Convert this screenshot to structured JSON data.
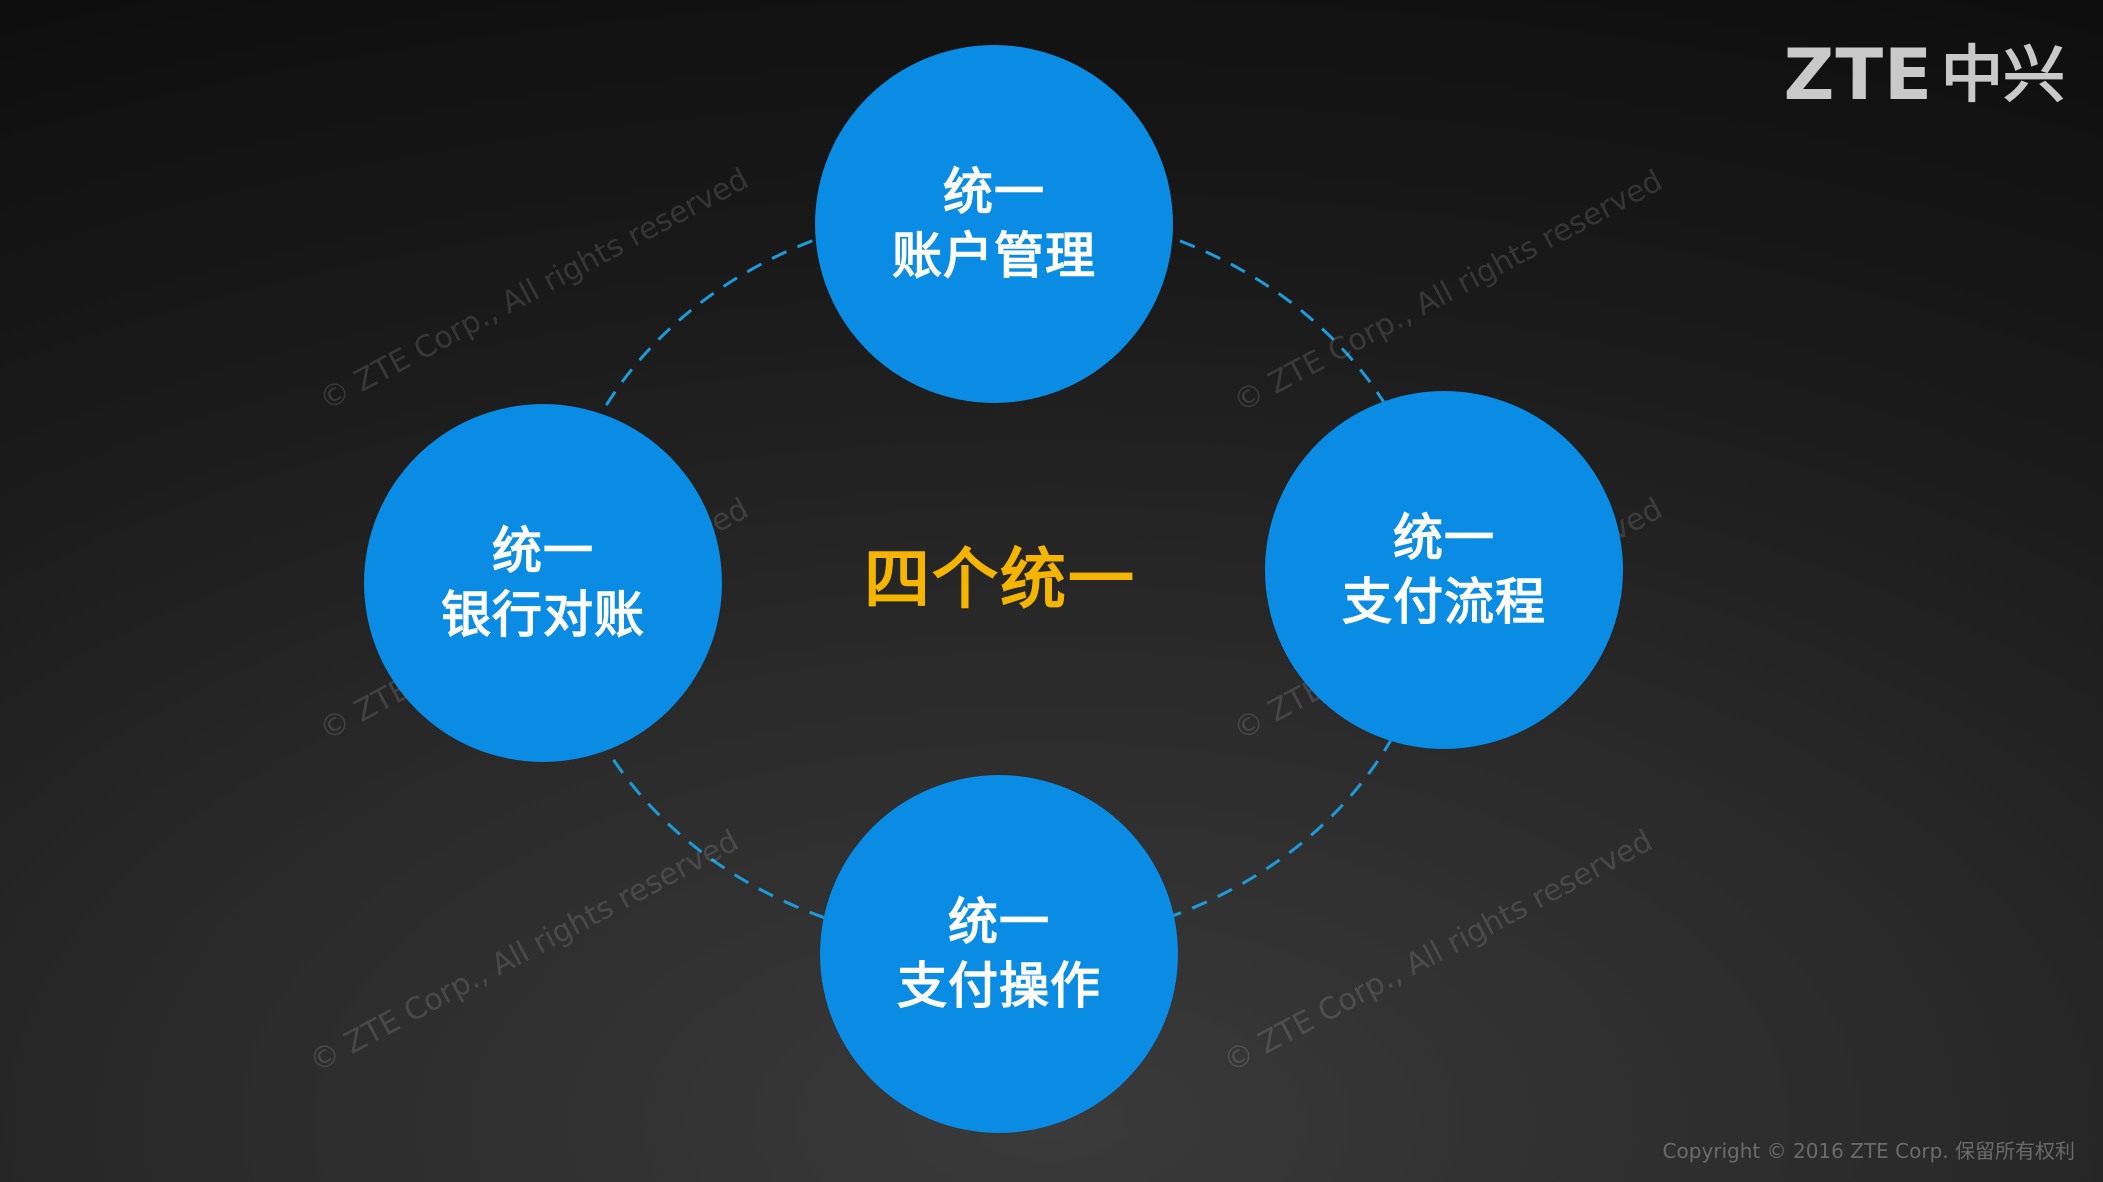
{
  "logo": {
    "latin": "ZTE",
    "cjk": "中兴"
  },
  "center_title": "四个统一",
  "nodes": [
    {
      "id": "top",
      "line1": "统一",
      "line2": "账户管理"
    },
    {
      "id": "left",
      "line1": "统一",
      "line2": "银行对账"
    },
    {
      "id": "right",
      "line1": "统一",
      "line2": "支付流程"
    },
    {
      "id": "bottom",
      "line1": "统一",
      "line2": "支付操作"
    }
  ],
  "watermark": "© ZTE Corp., All rights reserved",
  "copyright": "Copyright © 2016 ZTE Corp. 保留所有权利",
  "colors": {
    "node_fill": "#0a8ce4",
    "ring_stroke": "#1e9ad8",
    "title": "#f5b400",
    "logo": "#c9c9c9"
  }
}
